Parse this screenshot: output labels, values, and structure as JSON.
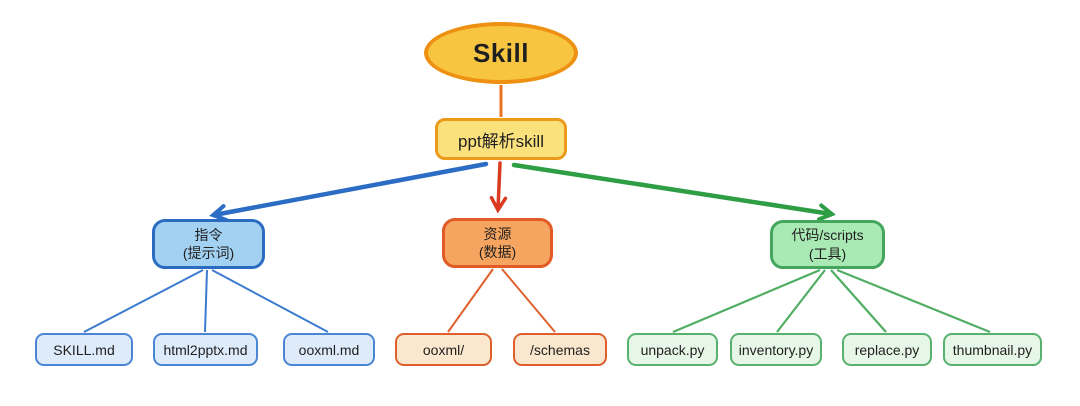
{
  "root": {
    "label": "Skill",
    "fill": "#F7C53F",
    "border": "#EE9011"
  },
  "subroot": {
    "label": "ppt解析skill",
    "fill": "#FAE17C",
    "border": "#EC9A1C"
  },
  "branches": [
    {
      "id": "instructions",
      "line1": "指令",
      "line2": "(提示词)",
      "fill": "#A3D1F2",
      "border": "#2B6CC0",
      "arrow_color": "#2B6CC4"
    },
    {
      "id": "resources",
      "line1": "资源",
      "line2": "(数据)",
      "fill": "#F5A55F",
      "border": "#E25A26",
      "arrow_color": "#D93A20"
    },
    {
      "id": "scripts",
      "line1": "代码/scripts",
      "line2": "(工具)",
      "fill": "#A9E9B4",
      "border": "#44A65C",
      "arrow_color": "#2E9E44"
    }
  ],
  "leaves": {
    "instructions": [
      "SKILL.md",
      "html2pptx.md",
      "ooxml.md"
    ],
    "resources": [
      "ooxml/",
      "/schemas"
    ],
    "scripts": [
      "unpack.py",
      "inventory.py",
      "replace.py",
      "thumbnail.py"
    ]
  },
  "edge_colors": {
    "root_to_subroot": "#E8731F",
    "thin_blue": "#3C7BD0",
    "thin_orange": "#E0602B",
    "thin_green": "#4FAE63"
  }
}
